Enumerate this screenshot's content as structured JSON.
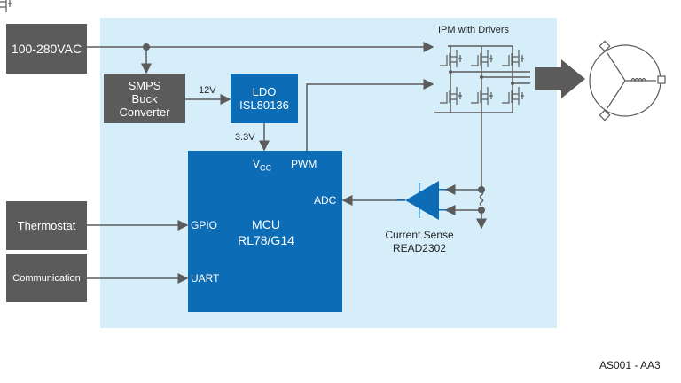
{
  "blocks": {
    "ac_input": "100-280VAC",
    "smps": [
      "SMPS",
      "Buck",
      "Converter"
    ],
    "ldo": [
      "LDO",
      "ISL80136"
    ],
    "mcu": [
      "MCU",
      "RL78/G14"
    ],
    "thermostat": "Thermostat",
    "communication": "Communication",
    "ipm": "IPM with Drivers",
    "current_sense": [
      "Current Sense",
      "READ2302"
    ]
  },
  "signals": {
    "v12": "12V",
    "v33": "3.3V",
    "vcc": "V",
    "vcc_sub": "CC",
    "pwm": "PWM",
    "adc": "ADC",
    "gpio": "GPIO",
    "uart": "UART"
  },
  "figure_id": "AS001 - AA3",
  "colors": {
    "region": "#d6eefa",
    "gray_block": "#5b5b5b",
    "blue_block": "#0d6cb6",
    "wire": "#5b5b5b"
  }
}
